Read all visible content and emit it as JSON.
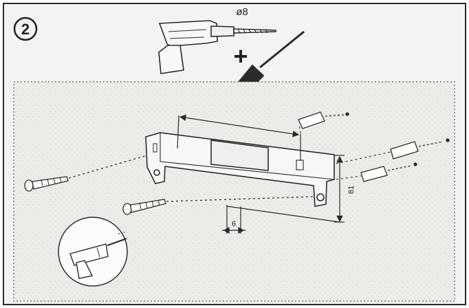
{
  "step": {
    "number": "2"
  },
  "tools": {
    "drill_bit_size": "ø8",
    "plus_sign": "+",
    "drill_icon": "power-drill-icon",
    "screwdriver_icon": "screwdriver-icon"
  },
  "dimensions": {
    "height_label": "81",
    "offset_label": "6"
  },
  "colors": {
    "line": "#2a2a2a",
    "paper": "#f3f3f1",
    "panel": "#ecece9"
  }
}
